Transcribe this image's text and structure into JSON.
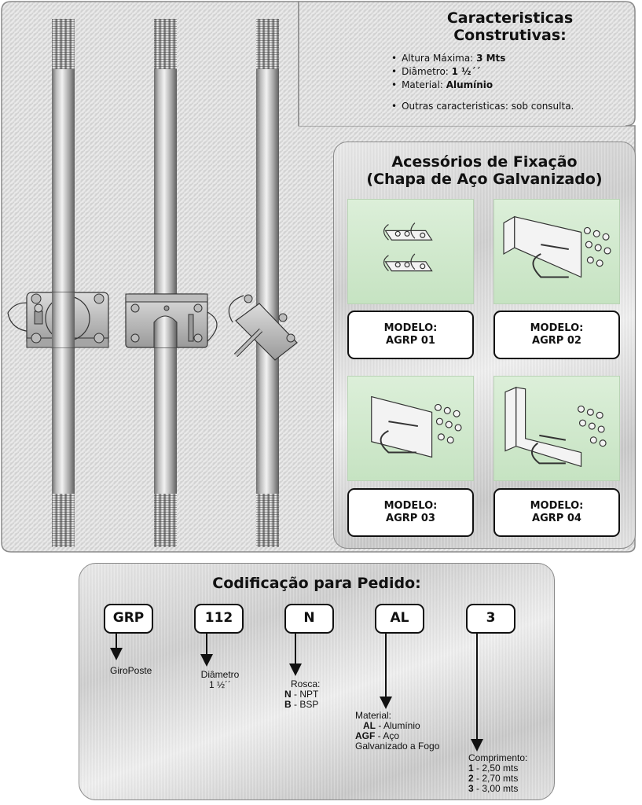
{
  "specs": {
    "title_line1": "Caracteristicas",
    "title_line2": "Construtivas:",
    "items": [
      {
        "label": "Altura Máxima: ",
        "value": "3 Mts"
      },
      {
        "label": "Diâmetro: ",
        "value": "1 ½´´"
      },
      {
        "label": "Material: ",
        "value": "Alumínio"
      }
    ],
    "other": "Outras caracteristicas: sob consulta."
  },
  "accessories": {
    "title_line1": "Acessórios de Fixação",
    "title_line2": "(Chapa de Aço Galvanizado)",
    "models": [
      {
        "line1": "MODELO:",
        "line2": "AGRP 01"
      },
      {
        "line1": "MODELO:",
        "line2": "AGRP 02"
      },
      {
        "line1": "MODELO:",
        "line2": "AGRP 03"
      },
      {
        "line1": "MODELO:",
        "line2": "AGRP 04"
      }
    ]
  },
  "ordering": {
    "title": "Codificação para Pedido:",
    "codes": [
      "GRP",
      "112",
      "N",
      "AL",
      "3"
    ],
    "giroposte": "GiroPoste",
    "diametro_label": "Diâmetro",
    "diametro_value": "1 ½´´",
    "rosca_label": "Rosca:",
    "rosca_items": [
      {
        "code": "N",
        "desc": " - NPT"
      },
      {
        "code": "B",
        "desc": " - BSP"
      }
    ],
    "material_label": "Material:",
    "material_items": [
      {
        "code": "AL",
        "desc": " - Alumínio"
      },
      {
        "code": "AGF",
        "desc": " - Aço"
      }
    ],
    "material_extra": "Galvanizado a  Fogo",
    "comprimento_label": "Comprimento:",
    "comprimento_items": [
      {
        "code": "1",
        "desc": " - 2,50 mts"
      },
      {
        "code": "2",
        "desc": " - 2,70 mts"
      },
      {
        "code": "3",
        "desc": " - 3,00 mts"
      }
    ]
  },
  "colors": {
    "panel_border": "#8a8a8a",
    "image_background": "#cfe8cc",
    "text": "#111111"
  }
}
